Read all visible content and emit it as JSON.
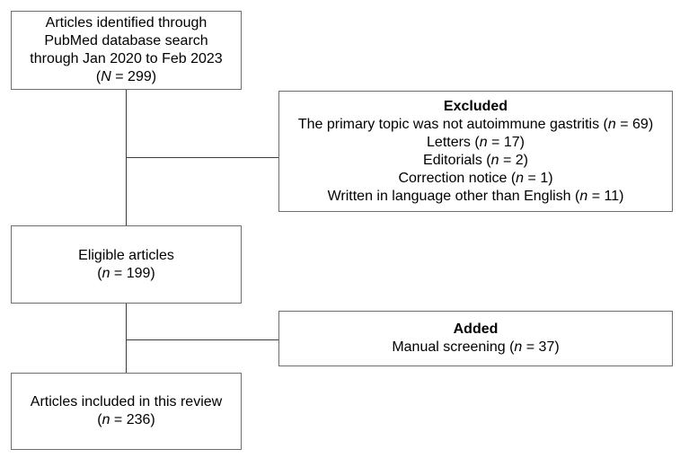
{
  "diagram": {
    "type": "flowchart",
    "background_color": "#ffffff",
    "box_border_color": "#6e6e6e",
    "connector_color": "#3c3c3c",
    "text_color": "#000000",
    "boxes": {
      "identified": {
        "lines": [
          {
            "pre": "Articles identified through"
          },
          {
            "pre": "PubMed database search"
          },
          {
            "pre": "through Jan 2020 to Feb 2023"
          },
          {
            "pre": "(",
            "var": "N",
            "post": " = 299)"
          }
        ]
      },
      "excluded": {
        "header": "Excluded",
        "lines": [
          {
            "pre": "The primary topic was not autoimmune gastritis (",
            "var": "n",
            "post": " = 69)"
          },
          {
            "pre": "Letters (",
            "var": "n",
            "post": " = 17)"
          },
          {
            "pre": "Editorials (",
            "var": "n",
            "post": " = 2)"
          },
          {
            "pre": "Correction notice (",
            "var": "n",
            "post": " = 1)"
          },
          {
            "pre": "Written in language other than English (",
            "var": "n",
            "post": " = 11)"
          }
        ]
      },
      "eligible": {
        "lines": [
          {
            "pre": "Eligible articles"
          },
          {
            "pre": "(",
            "var": "n",
            "post": " = 199)"
          }
        ]
      },
      "added": {
        "header": "Added",
        "lines": [
          {
            "pre": "Manual screening (",
            "var": "n",
            "post": " = 37)"
          }
        ]
      },
      "included": {
        "lines": [
          {
            "pre": "Articles included in this review"
          },
          {
            "pre": "(",
            "var": "n",
            "post": " = 236)"
          }
        ]
      }
    }
  }
}
